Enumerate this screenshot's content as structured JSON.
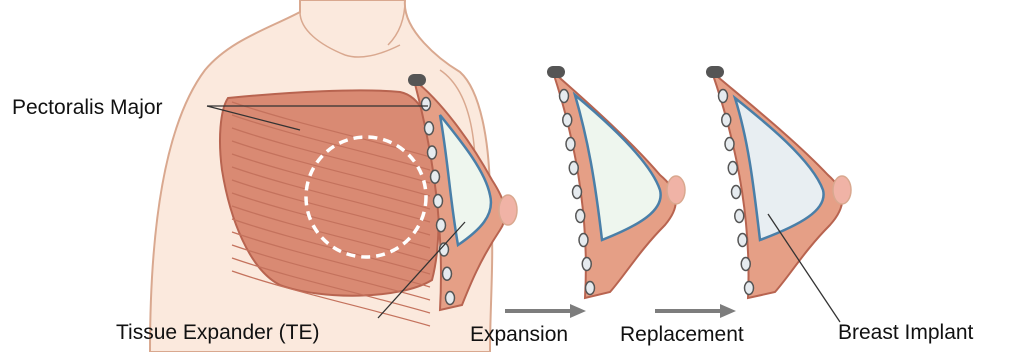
{
  "labels": {
    "pectoralis_major": "Pectoralis Major",
    "tissue_expander": "Tissue Expander (TE)",
    "expansion": "Expansion",
    "replacement": "Replacement",
    "breast_implant": "Breast Implant"
  },
  "colors": {
    "skin": "#fbe9dd",
    "skin_outline": "#d9a88f",
    "muscle": "#d98a73",
    "muscle_dark": "#b86450",
    "muscle_stripe": "#c4725d",
    "expander_fill": "#eef6ee",
    "implant_fill": "#e8eef2",
    "implant_outline": "#4a7fa8",
    "rib_fill": "#e6ebef",
    "rib_outline": "#555555",
    "arrow": "#7d7d7d",
    "nipple": "#f0b3a6",
    "leader_line": "#333333"
  }
}
